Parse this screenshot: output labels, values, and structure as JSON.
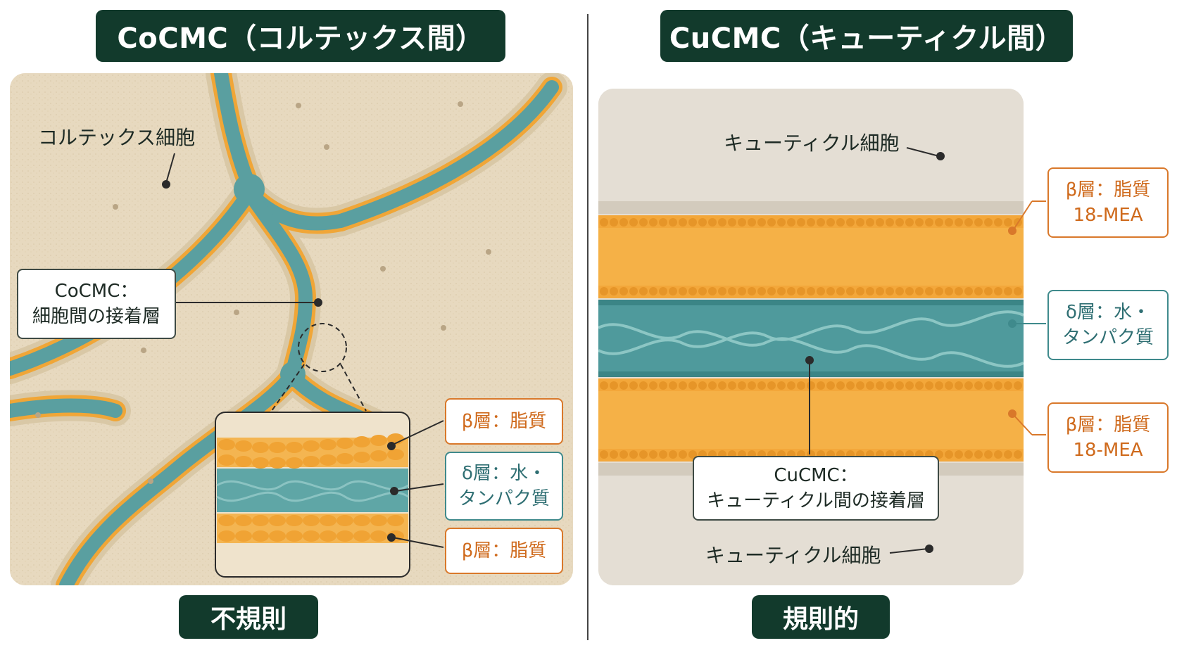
{
  "left": {
    "title": "CoCMC（コルテックス間）",
    "cell_label": "コルテックス細胞",
    "cmc_label": {
      "line1": "CoCMC：",
      "line2": "細胞間の接着層"
    },
    "zoom_labels": {
      "beta_top": "β層：脂質",
      "delta": {
        "line1": "δ層：水・",
        "line2": "タンパク質"
      },
      "beta_bottom": "β層：脂質"
    },
    "footer": "不規則"
  },
  "right": {
    "title": "CuCMC（キューティクル間）",
    "cell_label_top": "キューティクル細胞",
    "cell_label_bottom": "キューティクル細胞",
    "beta_top": {
      "line1": "β層：脂質",
      "line2": "18-MEA"
    },
    "delta": {
      "line1": "δ層：水・",
      "line2": "タンパク質"
    },
    "beta_bottom": {
      "line1": "β層：脂質",
      "line2": "18-MEA"
    },
    "cmc_label": {
      "line1": "CuCMC：",
      "line2": "キューティクル間の接着層"
    },
    "footer": "規則的"
  },
  "colors": {
    "dark_green": "#123a2c",
    "cortex_bg": "#e9dcc4",
    "cuticle_bg": "#e3ddd3",
    "lipid_orange": "#f1a93a",
    "delta_teal": "#4f9a9c",
    "label_orange": "#d9782a",
    "label_teal": "#3f8a8c"
  }
}
